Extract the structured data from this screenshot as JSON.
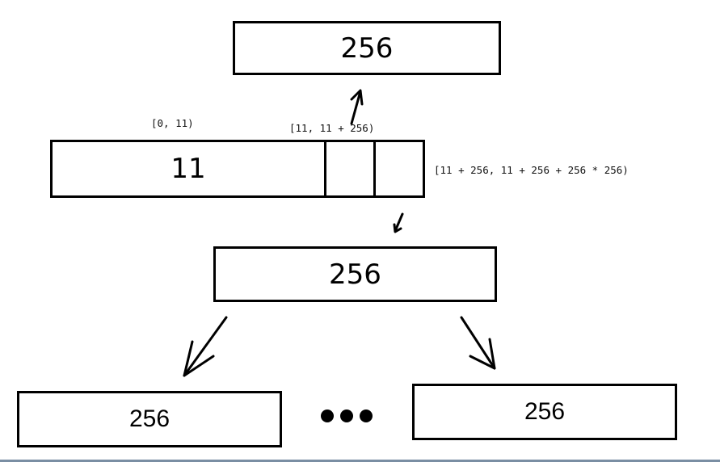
{
  "diagram": {
    "top_block": {
      "label": "256"
    },
    "main_block": {
      "header_label": "11",
      "range_labels": {
        "header": "[0, 11)",
        "direct": "[11, 11 + 256)",
        "indirect": "[11 + 256, 11 + 256 + 256 * 256)"
      }
    },
    "middle_block": {
      "label": "256"
    },
    "leaf_blocks": [
      {
        "label": "256"
      },
      {
        "label": "256"
      }
    ],
    "ellipsis": "•••",
    "edges": [
      {
        "from": "main_block.direct_slot",
        "to": "top_block"
      },
      {
        "from": "main_block.indirect_slot",
        "to": "middle_block"
      },
      {
        "from": "middle_block",
        "to": "leaf_blocks.0"
      },
      {
        "from": "middle_block",
        "to": "leaf_blocks.1"
      }
    ]
  }
}
